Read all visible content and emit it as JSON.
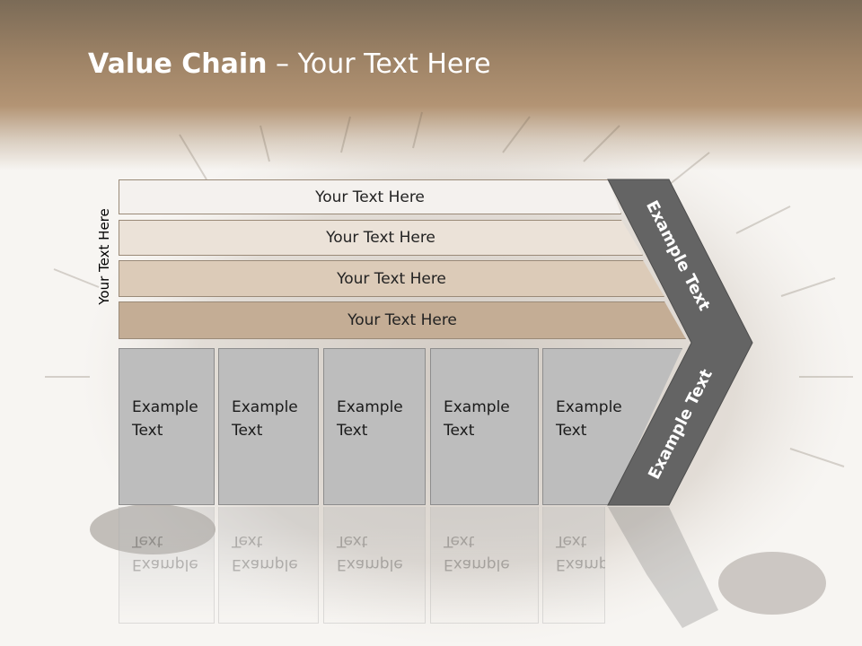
{
  "slide": {
    "title_bold": "Value Chain",
    "title_rest": " – Your Text Here",
    "side_label": "Your Text Here"
  },
  "layers": [
    {
      "label": "Your Text Here",
      "color": "#f4f1ee"
    },
    {
      "label": "Your Text Here",
      "color": "#ebe2d8"
    },
    {
      "label": "Your Text Here",
      "color": "#dccbb8"
    },
    {
      "label": "Your Text Here",
      "color": "#c4ad95"
    }
  ],
  "columns": [
    {
      "label": "Example\nText"
    },
    {
      "label": "Example\nText"
    },
    {
      "label": "Example\nText"
    },
    {
      "label": "Example\nText"
    },
    {
      "label": "Example\nText"
    }
  ],
  "chevron": {
    "upper_label": "Example Text",
    "lower_label": "Example Text",
    "color": "#646464"
  }
}
